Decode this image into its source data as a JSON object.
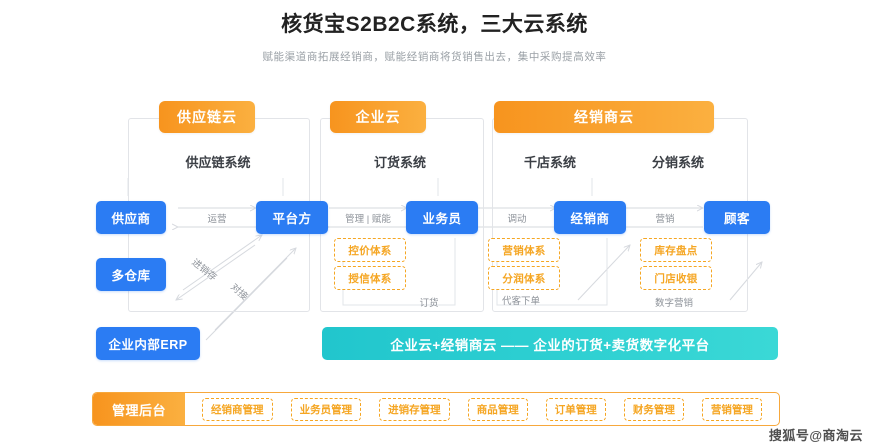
{
  "header": {
    "title": "核货宝S2B2C系统，三大云系统",
    "subtitle": "赋能渠道商拓展经销商，赋能经销商将货销售出去，集中采购提高效率"
  },
  "clouds": [
    {
      "id": "supply-chain-cloud",
      "label": "供应链云"
    },
    {
      "id": "enterprise-cloud",
      "label": "企业云"
    },
    {
      "id": "distributor-cloud",
      "label": "经销商云"
    }
  ],
  "systems": [
    {
      "id": "supply-chain-system",
      "label": "供应链系统"
    },
    {
      "id": "order-system",
      "label": "订货系统"
    },
    {
      "id": "thousand-store-system",
      "label": "千店系统"
    },
    {
      "id": "distribution-system",
      "label": "分销系统"
    }
  ],
  "roles": [
    {
      "id": "supplier",
      "label": "供应商"
    },
    {
      "id": "multi-warehouse",
      "label": "多仓库"
    },
    {
      "id": "platform",
      "label": "平台方"
    },
    {
      "id": "salesperson",
      "label": "业务员"
    },
    {
      "id": "distributor",
      "label": "经销商"
    },
    {
      "id": "customer",
      "label": "顾客"
    },
    {
      "id": "internal-erp",
      "label": "企业内部ERP"
    }
  ],
  "relations": [
    {
      "id": "operation",
      "label": "运营"
    },
    {
      "id": "manage-empower",
      "label": "管理 | 赋能"
    },
    {
      "id": "mobilize",
      "label": "调动"
    },
    {
      "id": "marketing",
      "label": "营销"
    },
    {
      "id": "invoicing",
      "label": "进销存"
    },
    {
      "id": "docking",
      "label": "对接"
    },
    {
      "id": "ordering",
      "label": "订货"
    },
    {
      "id": "order-on-behalf",
      "label": "代客下单"
    },
    {
      "id": "digital-marketing",
      "label": "数字营销"
    }
  ],
  "tags": {
    "enterprise": [
      {
        "id": "price-control-system",
        "label": "控价体系"
      },
      {
        "id": "credit-system",
        "label": "授信体系"
      }
    ],
    "store": [
      {
        "id": "marketing-system",
        "label": "营销体系"
      },
      {
        "id": "profit-sharing-system",
        "label": "分润体系"
      }
    ],
    "distribution": [
      {
        "id": "inventory-count",
        "label": "库存盘点"
      },
      {
        "id": "store-cashier",
        "label": "门店收银"
      }
    ]
  },
  "banner": {
    "text": "企业云+经销商云 —— 企业的订货+卖货数字化平台"
  },
  "admin": {
    "tab_label": "管理后台",
    "items": [
      {
        "id": "distributor-management",
        "label": "经销商管理"
      },
      {
        "id": "salesperson-management",
        "label": "业务员管理"
      },
      {
        "id": "inventory-management",
        "label": "进销存管理"
      },
      {
        "id": "product-management",
        "label": "商品管理"
      },
      {
        "id": "order-management",
        "label": "订单管理"
      },
      {
        "id": "finance-management",
        "label": "财务管理"
      },
      {
        "id": "marketing-management",
        "label": "营销管理"
      }
    ]
  },
  "watermark": {
    "text": "搜狐号@商淘云"
  },
  "colors": {
    "orange": "#f7941e",
    "orange_light": "#fbb040",
    "blue": "#2b7cf3",
    "teal": "#21c6cd",
    "teal_light": "#3ad8d6",
    "tag_border": "#f5a623",
    "frame": "#e2e4e8",
    "muted_text": "#8d9299"
  }
}
